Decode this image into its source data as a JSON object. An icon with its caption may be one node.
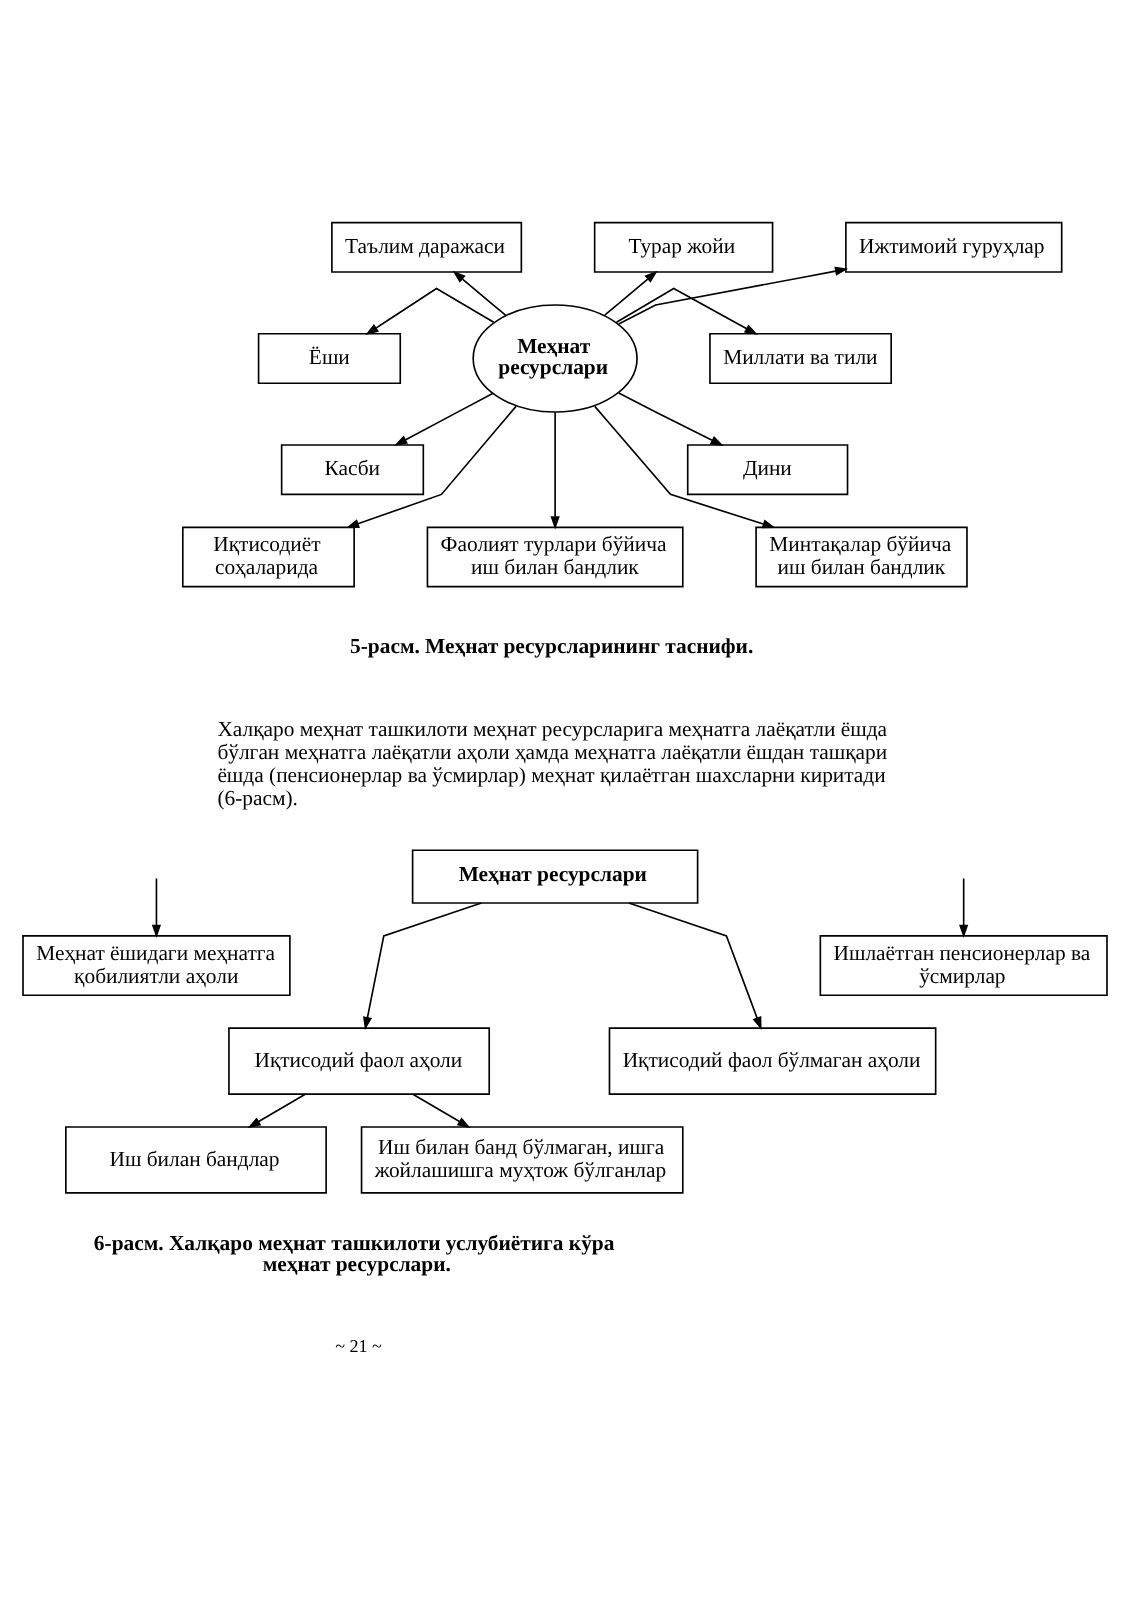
{
  "diagram": {
    "nodes": [
      {
        "text": [
          "Таълим даражаси"
        ]
      },
      {
        "text": [
          "Турар жойи"
        ]
      },
      {
        "text": [
          "Ижтимоий гуруҳлар"
        ]
      },
      {
        "text": [
          "Ёши"
        ]
      },
      {
        "text": [
          "Меҳнат ресурслари"
        ]
      },
      {
        "text": [
          "Миллати ва тили"
        ]
      },
      {
        "text": [
          "Касби"
        ]
      },
      {
        "text": [
          "Дини"
        ]
      },
      {
        "text": [
          "Иқтисодиёт соҳаларида"
        ]
      },
      {
        "text": [
          "Фаолият турлари бўйича иш билан бандлик"
        ]
      },
      {
        "text": [
          "Минтақалар бўйича иш билан бандлик"
        ]
      },
      {
        "text": [
          "Меҳнат ресурслари"
        ]
      },
      {
        "text": [
          "Меҳнат ёшидаги меҳнатга қобилиятли аҳоли"
        ]
      },
      {
        "text": [
          "Ишлаётган пенсионерлар ва ўсмирлар"
        ]
      },
      {
        "text": [
          "Иқтисодий фаол аҳоли"
        ]
      },
      {
        "text": [
          "Иқтисодий фаол бўлмаган аҳоли"
        ]
      },
      {
        "text": [
          "Иш билан бандлар"
        ]
      },
      {
        "text": [
          "Иш билан банд бўлмаган, ишга жойлашишга муҳтож бўлганлар"
        ]
      }
    ],
    "edges": [
      {
        "from": 4,
        "to": 3,
        "arrow": "to"
      },
      {
        "from": 4,
        "to": 6,
        "arrow": "to"
      },
      {
        "from": 4,
        "to": 8,
        "arrow": "to"
      },
      {
        "from": 4,
        "to": 9,
        "arrow": "to"
      },
      {
        "from": 4,
        "to": 10,
        "arrow": "to"
      },
      {
        "from": 4,
        "to": 7,
        "arrow": "to"
      },
      {
        "from": 4,
        "to": 5,
        "arrow": "to"
      },
      {
        "from": 4,
        "to": 2,
        "arrow": "to"
      },
      {
        "from": 4,
        "to": 1,
        "arrow": "to"
      },
      {
        "from": 4,
        "to": 0,
        "arrow": "to"
      },
      {
        "from": null,
        "to": 12,
        "arrow": "to"
      },
      {
        "from": null,
        "to": 13,
        "arrow": "to"
      },
      {
        "from": 11,
        "to": 14,
        "arrow": "to"
      },
      {
        "from": 11,
        "to": 15,
        "arrow": "to"
      },
      {
        "from": 14,
        "to": 16,
        "arrow": "to"
      },
      {
        "from": 14,
        "to": 17,
        "arrow": "to"
      }
    ],
    "labels": [
      "5-расм. Меҳнат ресурсларининг таснифи.",
      "Халқаро меҳнат ташкилоти меҳнат ресурсларига меҳнатга лаёқатли ёшда бўлган меҳнатга лаёқатли аҳоли ҳамда меҳнатга лаёқатли ёшдан ташқари ёшда (пенсионерлар ва ўсмирлар) меҳнат қилаётган шахсларни киритади (6-расм).",
      "6-расм. Халқаро меҳнат ташкилоти услубиётига кўра меҳнат ресурслари.",
      "~ 21 ~"
    ]
  }
}
